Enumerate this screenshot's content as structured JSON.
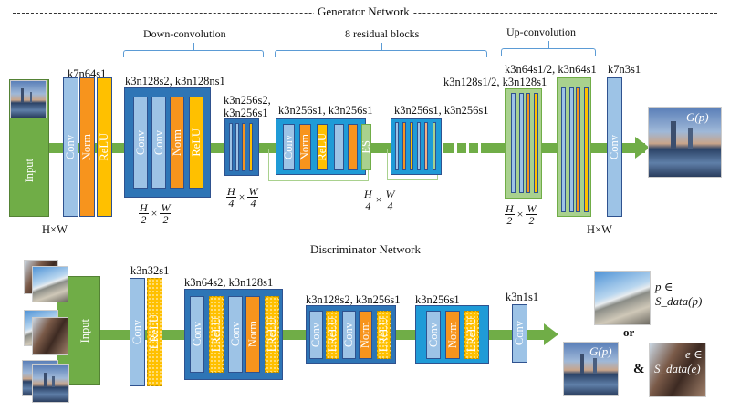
{
  "generator": {
    "title": "Generator Network",
    "sections": {
      "down": "Down-convolution",
      "residual": "8 residual blocks",
      "up": "Up-convolution"
    },
    "input_label": "Input",
    "input_size": "H×W",
    "layer1": {
      "spec": "k7n64s1",
      "conv": "Conv",
      "norm": "Norm",
      "relu": "ReLU"
    },
    "down1": {
      "spec": "k3n128s2, k3n128ns1",
      "conv1": "Conv",
      "conv2": "Conv",
      "norm": "Norm",
      "relu": "ReLU",
      "size_num_h": "H",
      "size_den_h": "2",
      "times": "×",
      "size_num_w": "W",
      "size_den_w": "2"
    },
    "down2": {
      "spec_line1": "k3n256s2,",
      "spec_line2": "k3n256s1",
      "size_num_h": "H",
      "size_den_h": "4",
      "times": "×",
      "size_num_w": "W",
      "size_den_w": "4"
    },
    "res1": {
      "spec": "k3n256s1,  k3n256s1",
      "conv": "Conv",
      "norm": "Norm",
      "relu": "ReLU",
      "es": "ES"
    },
    "res2": {
      "spec": "k3n256s1,  k3n256s1",
      "size_num_h": "H",
      "size_den_h": "4",
      "times": "×",
      "size_num_w": "W",
      "size_den_w": "4"
    },
    "up1": {
      "spec": "k3n128s1/2, k3n128s1",
      "size_num_h": "H",
      "size_den_h": "2",
      "times": "×",
      "size_num_w": "W",
      "size_den_w": "2"
    },
    "up2": {
      "spec": "k3n64s1/2, k3n64s1"
    },
    "final": {
      "spec": "k7n3s1",
      "conv": "Conv",
      "size": "H×W"
    },
    "output_label": "G(p)"
  },
  "discriminator": {
    "title": "Discriminator Network",
    "input_label": "Input",
    "layer1": {
      "spec": "k3n32s1",
      "conv": "Conv",
      "lrelu": "LReLU"
    },
    "block1": {
      "spec": "k3n64s2, k3n128s1",
      "labels": [
        "Conv",
        "LReLU",
        "Conv",
        "Norm",
        "LReLU"
      ]
    },
    "block2": {
      "spec": "k3n128s2, k3n256s1",
      "labels": [
        "Conv",
        "LReLU",
        "Conv",
        "Norm",
        "LReLU"
      ]
    },
    "block3": {
      "spec": "k3n256s1",
      "labels": [
        "Conv",
        "Norm",
        "LReLU"
      ]
    },
    "final": {
      "spec": "k3n1s1",
      "conv": "Conv"
    },
    "outputs": {
      "real_label_1": "p ∈",
      "real_label_2": "S_data(p)",
      "or": "or",
      "fake_label": "G(p)",
      "and": "&",
      "edge_label_1": "e ∈",
      "edge_label_2": "S_data(e)"
    }
  },
  "colors": {
    "conv": "#9dc3e6",
    "norm": "#f7941d",
    "relu": "#ffc000",
    "block": "#2e75b6",
    "residual": "#1f9bd7",
    "flow": "#70ad47",
    "upconv": "#a9d18e"
  }
}
